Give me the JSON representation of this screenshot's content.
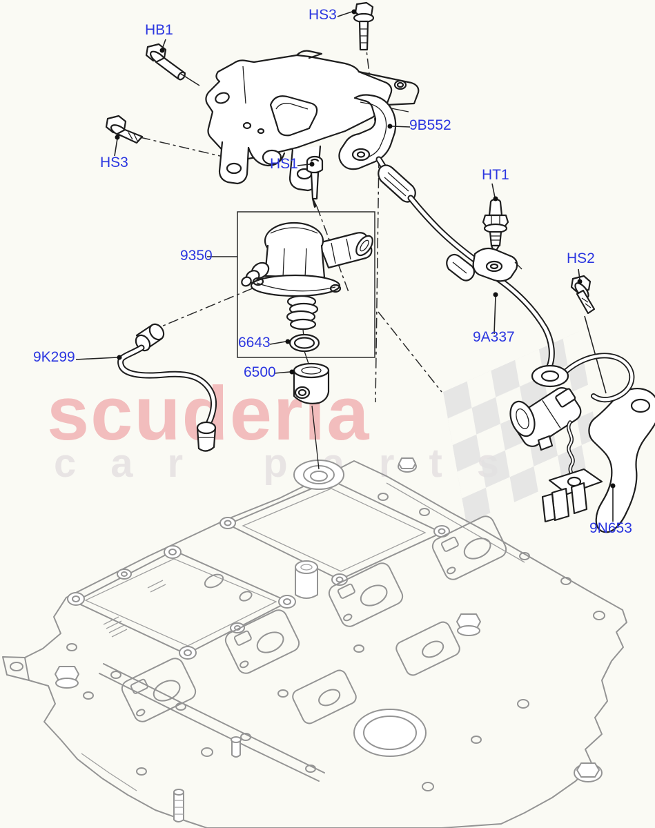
{
  "watermark": {
    "brand": "scuderia",
    "tagline": "car parts",
    "brand_color": "#f2bdbd",
    "tagline_color": "#e8e4e4"
  },
  "colors": {
    "label_blue": "#2b36e0",
    "line_dark": "#1e1e1e",
    "line_gray": "#949494",
    "background": "#fafaf4"
  },
  "diagram": {
    "description": "exploded-parts line drawing: high pressure fuel pump, brackets, fuel pipes, purge valve and intake manifold",
    "labels": [
      {
        "id": "hb1",
        "text": "HB1"
      },
      {
        "id": "hs3-top",
        "text": "HS3"
      },
      {
        "id": "hs3-left",
        "text": "HS3"
      },
      {
        "id": "hs1",
        "text": "HS1"
      },
      {
        "id": "9b552",
        "text": "9B552"
      },
      {
        "id": "ht1",
        "text": "HT1"
      },
      {
        "id": "hs2",
        "text": "HS2"
      },
      {
        "id": "9350",
        "text": "9350"
      },
      {
        "id": "6643",
        "text": "6643"
      },
      {
        "id": "6500",
        "text": "6500"
      },
      {
        "id": "9k299",
        "text": "9K299"
      },
      {
        "id": "9a337",
        "text": "9A337"
      },
      {
        "id": "9n653",
        "text": "9N653"
      }
    ]
  }
}
